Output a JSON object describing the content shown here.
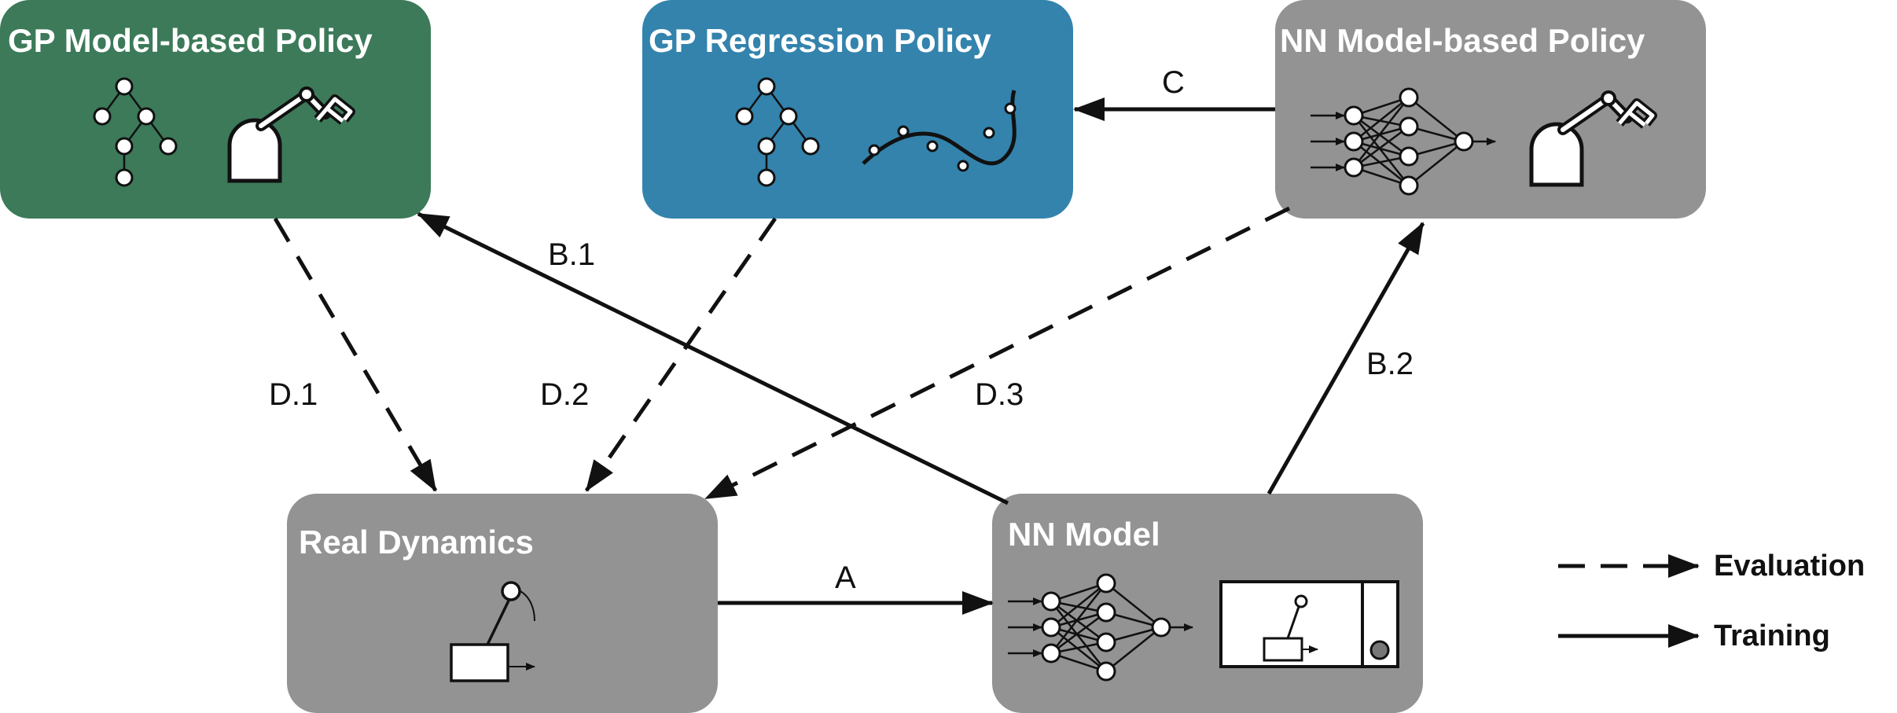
{
  "colors": {
    "gp_model_box": "#3c7a59",
    "gp_regression_box": "#3383ad",
    "gray_box": "#939393",
    "line": "#111111"
  },
  "boxes": {
    "gp_model_policy": {
      "title": "GP Model-based Policy",
      "icons": [
        "tree-icon",
        "robot-arm-icon"
      ]
    },
    "gp_regression_policy": {
      "title": "GP Regression Policy",
      "icons": [
        "tree-icon",
        "regression-curve-icon"
      ]
    },
    "nn_model_policy": {
      "title": "NN Model-based Policy",
      "icons": [
        "neural-network-icon",
        "robot-arm-icon"
      ]
    },
    "real_dynamics": {
      "title": "Real Dynamics",
      "icons": [
        "pendulum-cart-icon"
      ]
    },
    "nn_model": {
      "title": "NN Model",
      "icons": [
        "neural-network-icon",
        "computer-icon"
      ]
    }
  },
  "edges": {
    "a": {
      "label": "A",
      "style": "solid",
      "from": "Real Dynamics",
      "to": "NN Model"
    },
    "b1": {
      "label": "B.1",
      "style": "solid",
      "from": "NN Model",
      "to": "GP Model-based Policy"
    },
    "b2": {
      "label": "B.2",
      "style": "solid",
      "from": "NN Model",
      "to": "NN Model-based Policy"
    },
    "c": {
      "label": "C",
      "style": "solid",
      "from": "NN Model-based Policy",
      "to": "GP Regression Policy"
    },
    "d1": {
      "label": "D.1",
      "style": "dashed",
      "from": "GP Model-based Policy",
      "to": "Real Dynamics"
    },
    "d2": {
      "label": "D.2",
      "style": "dashed",
      "from": "GP Regression Policy",
      "to": "Real Dynamics"
    },
    "d3": {
      "label": "D.3",
      "style": "dashed",
      "from": "NN Model-based Policy",
      "to": "Real Dynamics"
    }
  },
  "legend": {
    "evaluation": {
      "label": "Evaluation",
      "style": "dashed"
    },
    "training": {
      "label": "Training",
      "style": "solid"
    }
  }
}
